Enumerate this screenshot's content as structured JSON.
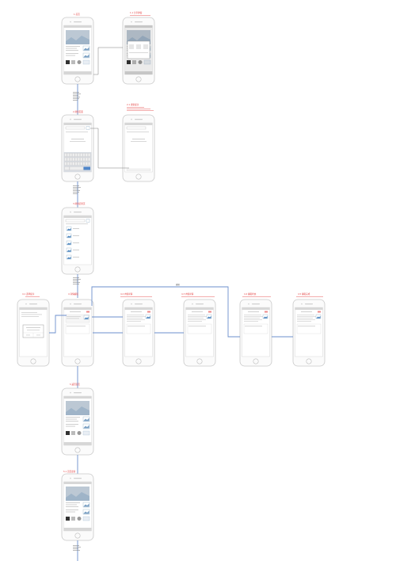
{
  "title": "",
  "colors": {
    "accent_red": "#e23b3b",
    "flow_blue": "#6b8fce",
    "phone_outline": "#c9c9c9",
    "keyboard_blue": "#4f86c9",
    "image_blue": "#bcc8d4"
  },
  "screens": [
    {
      "id": "s1",
      "kind": "home",
      "note": "1.首页"
    },
    {
      "id": "s2",
      "kind": "home-dialog",
      "note": "1.1 分享弹窗"
    },
    {
      "id": "s3",
      "kind": "search-keyboard",
      "note": "2.搜索页面"
    },
    {
      "id": "s4",
      "kind": "search-empty",
      "note": "2.1 搜索提示"
    },
    {
      "id": "s5",
      "kind": "search-results",
      "note": "3.搜索结果页"
    },
    {
      "id": "s6",
      "kind": "dialog-small",
      "note": "4.1 选择提示"
    },
    {
      "id": "s7",
      "kind": "detail-form",
      "note": "4.详情编辑"
    },
    {
      "id": "s8",
      "kind": "text-detail",
      "note": "4.2 内容详情"
    },
    {
      "id": "s9",
      "kind": "text-detail",
      "note": "4.3 内容详情"
    },
    {
      "id": "s10",
      "kind": "text-detail",
      "note": "4.4 编辑状态"
    },
    {
      "id": "s11",
      "kind": "text-detail",
      "note": "4.5 编辑完成"
    },
    {
      "id": "s12",
      "kind": "home",
      "note": "5.返回首页"
    },
    {
      "id": "s13",
      "kind": "home",
      "note": "5.1 首页更新"
    }
  ],
  "flow_labels": {
    "top_branch": "编辑"
  }
}
